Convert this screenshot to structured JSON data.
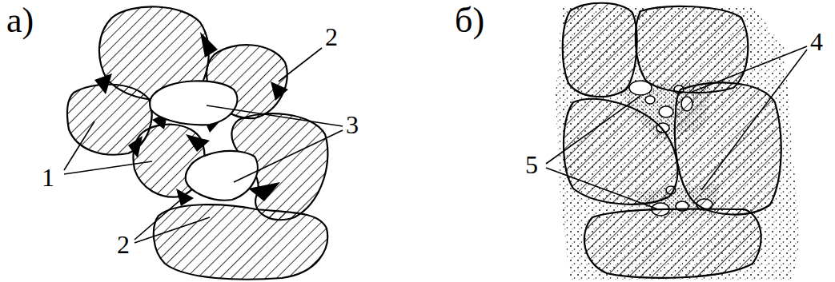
{
  "diagram": {
    "labels": [
      "а)",
      "1",
      "2",
      "2",
      "3",
      "б)",
      "4",
      "5"
    ]
  }
}
